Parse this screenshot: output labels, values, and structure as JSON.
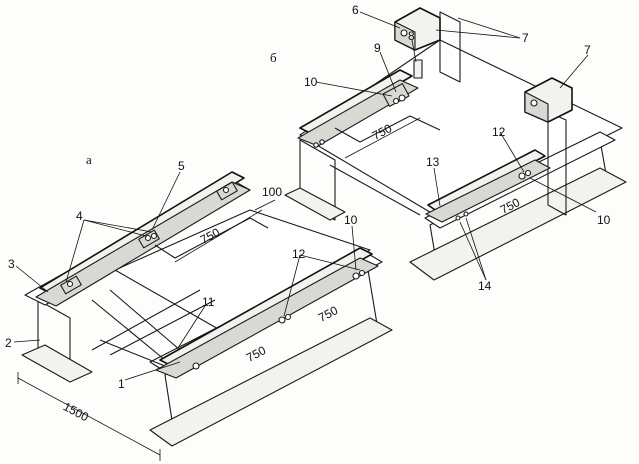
{
  "sections": {
    "a": "а",
    "b": "б"
  },
  "callouts": {
    "n1": "1",
    "n2": "2",
    "n3": "3",
    "n4": "4",
    "n5": "5",
    "n6": "6",
    "n7a": "7",
    "n7b": "7",
    "n8": "8",
    "n9": "9",
    "n10a": "10",
    "n10b": "10",
    "n10c": "10",
    "n11": "11",
    "n12a": "12",
    "n12b": "12",
    "n13": "13",
    "n14": "14"
  },
  "dimensions": {
    "d1500": "1500",
    "d100": "100",
    "d750_a_top": "750",
    "d750_a_right": "750",
    "d750_a_front": "750",
    "d750_b_top": "750",
    "d750_b_right": "750"
  }
}
